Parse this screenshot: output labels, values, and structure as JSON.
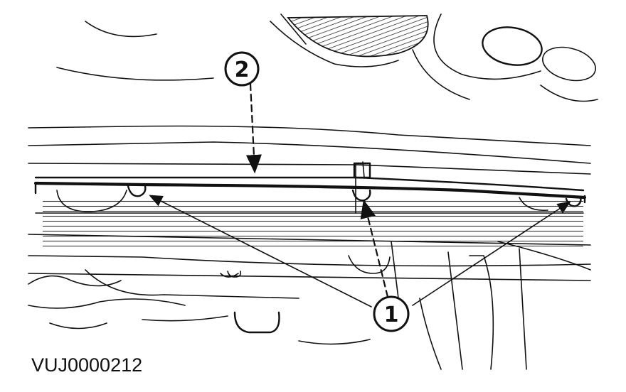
{
  "callouts": {
    "fastener_label": "1",
    "strip_label": "2"
  },
  "figure_code": "VUJ0000212",
  "colors": {
    "ink": "#111111",
    "paper": "#ffffff"
  }
}
